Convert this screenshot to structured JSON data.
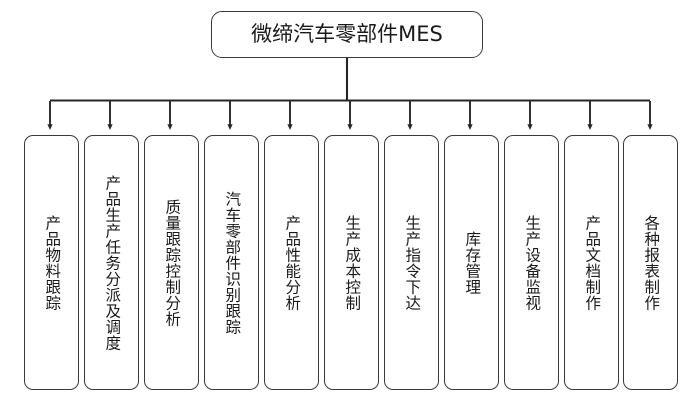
{
  "diagram": {
    "title": "微缔汽车零部件MES",
    "type": "org-tree",
    "orientation": "top-down",
    "root": {
      "label": "微缔汽车零部件MES"
    },
    "children": [
      {
        "label": "产品物料跟踪"
      },
      {
        "label": "产品生产任务分派及调度"
      },
      {
        "label": "质量跟踪控制分析"
      },
      {
        "label": "汽车零部件识别跟踪"
      },
      {
        "label": "产品性能分析"
      },
      {
        "label": "生产成本控制"
      },
      {
        "label": "生产指令下达"
      },
      {
        "label": "库存管理"
      },
      {
        "label": "生产设备监视"
      },
      {
        "label": "产品文档制作"
      },
      {
        "label": "各种报表制作"
      }
    ],
    "colors": {
      "stroke": "#3a3a3a",
      "connector": "#262626",
      "text": "#1a1a1a",
      "background": "#ffffff"
    }
  }
}
